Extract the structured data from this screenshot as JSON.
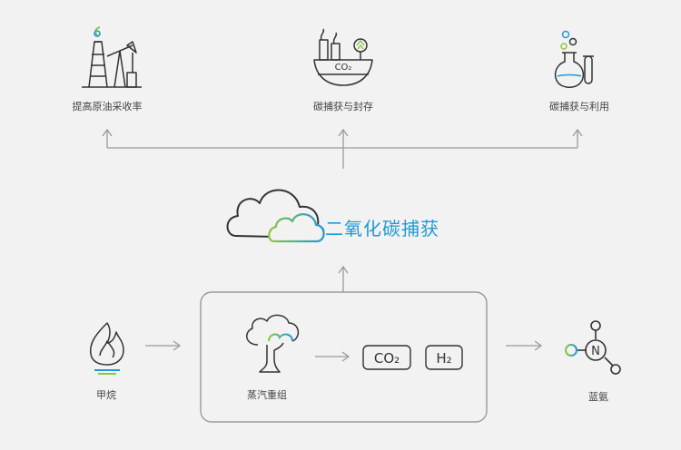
{
  "uses": {
    "eor": {
      "label": "提高原油采收率",
      "icon": "oil-pump-icon"
    },
    "storage": {
      "label": "碳捕获与封存",
      "icon": "carbon-storage-icon",
      "icon_text": "CO₂"
    },
    "utilization": {
      "label": "碳捕获与利用",
      "icon": "lab-flask-icon"
    }
  },
  "capture": {
    "title": "二氧化碳捕获",
    "icon": "cloud-icon"
  },
  "process": {
    "input": {
      "label": "甲烷",
      "icon": "flame-icon"
    },
    "reformer": {
      "label": "蒸汽重组",
      "icon": "steam-tree-icon"
    },
    "products": [
      "CO₂",
      "H₂"
    ],
    "output": {
      "label": "蓝氨",
      "icon": "ammonia-molecule-icon",
      "atom": "N"
    }
  },
  "colors": {
    "background": "#f2f2f2",
    "line": "#333333",
    "arrow": "#9a9a9a",
    "accent_blue": "#1e9ad6",
    "accent_green": "#8dc63f"
  }
}
